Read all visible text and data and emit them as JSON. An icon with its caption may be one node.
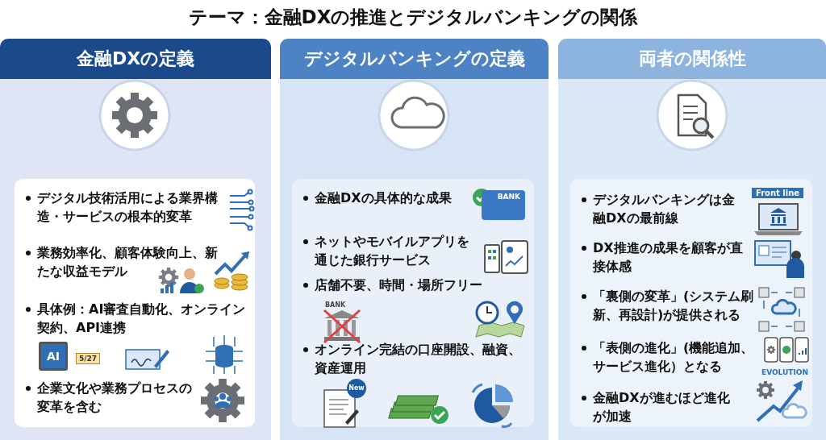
{
  "diagram": {
    "title": "テーマ：金融DXの推進とデジタルバンキングの関係",
    "nodes": [
      {
        "text": [
          "金融DXの定義"
        ]
      },
      {
        "text": [
          "デジタル技術活用による業界構造・サービスの根本的変革"
        ],
        "in": 0
      },
      {
        "text": [
          "業務効率化、顧客体験向上、新たな収益モデル"
        ],
        "in": 0
      },
      {
        "text": [
          "具体例：AI審査自動化、オンライン契約、API連携"
        ],
        "in": 0
      },
      {
        "text": [
          "企業文化や業務プロセスの変革を含む"
        ],
        "in": 0
      },
      {
        "text": [
          "デジタルバンキングの定義"
        ]
      },
      {
        "text": [
          "金融DXの具体的な成果"
        ],
        "in": 5
      },
      {
        "text": [
          "ネットやモバイルアプリを通じた銀行サービス"
        ],
        "in": 5
      },
      {
        "text": [
          "店舗不要、時間・場所フリー"
        ],
        "in": 5
      },
      {
        "text": [
          "オンライン完結の口座開設、融資、資産運用"
        ],
        "in": 5
      },
      {
        "text": [
          "両者の関係性"
        ]
      },
      {
        "text": [
          "デジタルバンキングは金融DXの最前線"
        ],
        "in": 10
      },
      {
        "text": [
          "DX推進の成果を顧客が直接体感"
        ],
        "in": 10
      },
      {
        "text": [
          "「裏側の変革」(システム刷新、再設計)が提供される"
        ],
        "in": 10
      },
      {
        "text": [
          "「表側の進化」(機能追加、サービス進化）となる"
        ],
        "in": 10
      },
      {
        "text": [
          "金融DXが進むほど進化が加速"
        ],
        "in": 10
      }
    ],
    "labels": [
      "AI",
      "5/27",
      "BANK",
      "BANK",
      "New",
      "Front line",
      "EVOLUTION"
    ]
  }
}
